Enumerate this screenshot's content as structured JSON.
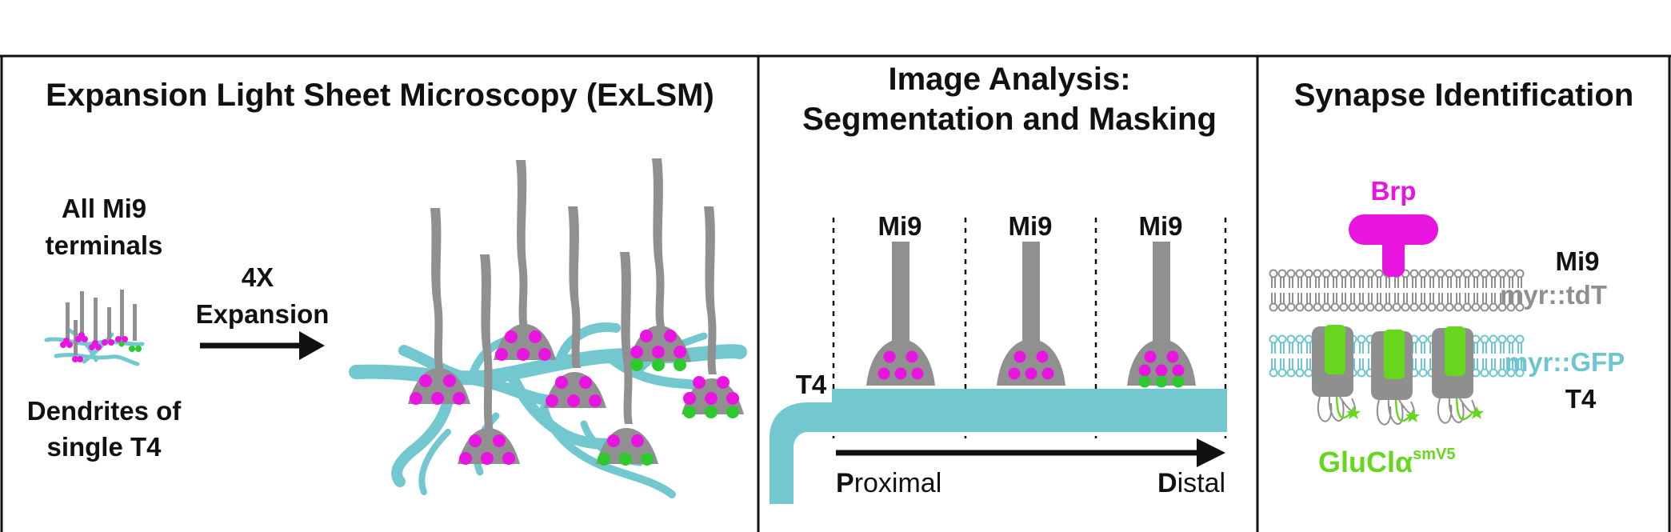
{
  "colors": {
    "magenta": "#e815e1",
    "green": "#2dc92d",
    "teal": "#73c8cf",
    "gray": "#909090",
    "black": "#111111",
    "glucl_green": "#66d61f",
    "gfp_text": "#6cc6cf",
    "tdt_text": "#8f8f8f"
  },
  "panel1": {
    "title": "Expansion Light Sheet Microscopy (ExLSM)",
    "mi9_label_line1": "All Mi9",
    "mi9_label_line2": "terminals",
    "t4_label_line1": "Dendrites of",
    "t4_label_line2": "single T4",
    "expansion_line1": "4X",
    "expansion_line2": "Expansion"
  },
  "panel2": {
    "title_line1": "Image Analysis:",
    "title_line2": "Segmentation and Masking",
    "column_labels": [
      "Mi9",
      "Mi9",
      "Mi9"
    ],
    "t4_label": "T4",
    "proximal_initial": "P",
    "proximal_rest": "roximal",
    "distal_initial": "D",
    "distal_rest": "istal"
  },
  "panel3": {
    "title": "Synapse Identification",
    "brp_label": "Brp",
    "mi9_label": "Mi9",
    "tdt_label": "myr::tdT",
    "gfp_label": "myr::GFP",
    "t4_label": "T4",
    "glucl_label": "GluClα",
    "glucl_superscript": "smV5"
  }
}
